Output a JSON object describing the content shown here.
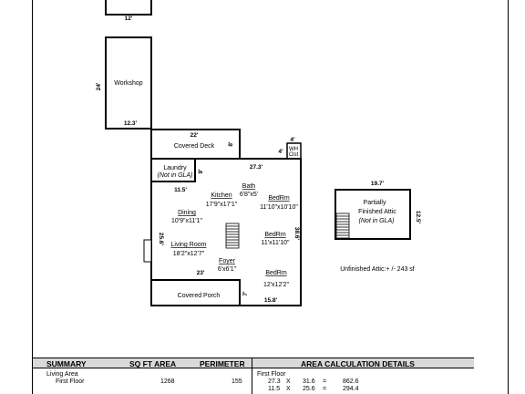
{
  "rooms": {
    "workshop": "Workshop",
    "covered_deck": "Covered Deck",
    "wh_clst_1": "WH",
    "wh_clst_2": "Clst",
    "laundry": "Laundry",
    "not_in_gla": "(Not in GLA)",
    "kitchen": "Kitchen",
    "kitchen_size": "17'9\"x17'1\"",
    "bath": "Bath",
    "bath_size": "6'8\"x5'",
    "bedrm1": "BedRm",
    "bedrm1_size": "11'10\"x10'10\"",
    "dining": "Dining",
    "dining_size": "10'9\"x11'1\"",
    "bedrm2": "BedRm",
    "bedrm2_size": "11'x11'10\"",
    "living_room": "Living Room",
    "living_room_size": "18'2\"x12'7\"",
    "foyer": "Foyer",
    "foyer_size": "6'x6'1\"",
    "bedrm3": "BedRm",
    "bedrm3_size": "12'x12'2\"",
    "covered_porch": "Covered Porch",
    "attic_1": "Partially",
    "attic_2": "Finished Attic",
    "attic_3": "(Not in GLA)",
    "unfinished_attic": "Unfinished Attic:+ /- 243 sf"
  },
  "dimensions": {
    "top_12": "12'",
    "workshop_24": "24'",
    "workshop_12_3": "12.3'",
    "deck_22": "22'",
    "deck_8": "8'",
    "clst_4a": "4'",
    "clst_4b": "4'",
    "house_27_3": "27.3'",
    "laundry_9": "9'",
    "house_11_5": "11.5'",
    "house_38_6": "38.6'",
    "house_25_6": "25.6'",
    "house_23": "23'",
    "porch_7": "7'",
    "house_15_8": "15.8'",
    "attic_19_7": "19.7'",
    "attic_12_5": "12.5'"
  },
  "summary": {
    "headers": [
      "SUMMARY",
      "SQ FT AREA",
      "PERIMETER",
      "AREA CALCULATION DETAILS"
    ],
    "rows": [
      {
        "label": "Living Area",
        "area": "",
        "perimeter": ""
      },
      {
        "label": "First Floor",
        "area": "1268",
        "perimeter": "155"
      }
    ],
    "details_title": "First Floor",
    "details": [
      {
        "a": "27.3",
        "op": "X",
        "b": "31.6",
        "eq": "=",
        "result": "862.6"
      },
      {
        "a": "11.5",
        "op": "X",
        "b": "25.6",
        "eq": "=",
        "result": "294.4"
      }
    ]
  }
}
